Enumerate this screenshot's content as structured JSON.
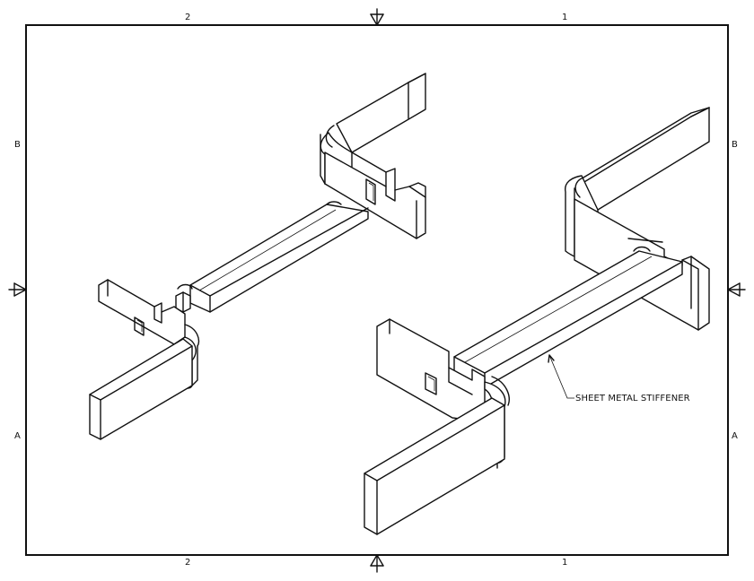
{
  "zones": {
    "top_left": "2",
    "top_right": "1",
    "bottom_left": "2",
    "bottom_right": "1",
    "left_upper": "B",
    "left_lower": "A",
    "right_upper": "B",
    "right_lower": "A"
  },
  "callout": {
    "label": "SHEET METAL STIFFENER"
  },
  "colors": {
    "line": "#111111",
    "background": "#ffffff"
  }
}
